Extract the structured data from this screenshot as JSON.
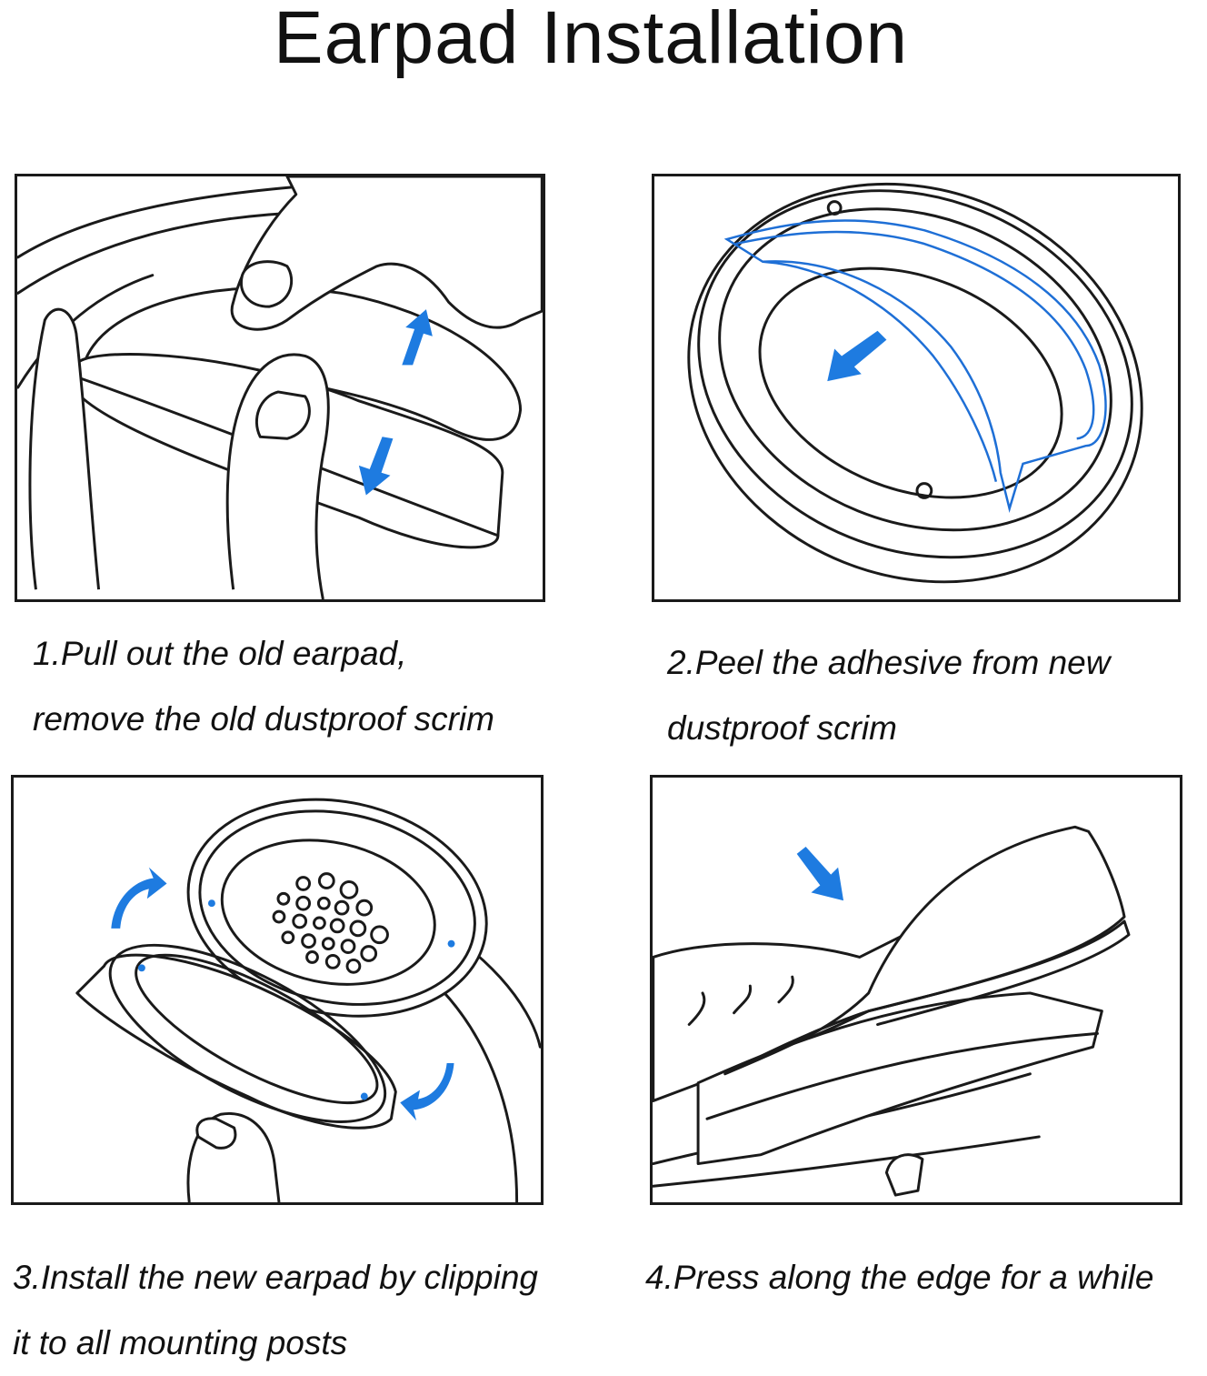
{
  "title": "Earpad Installation",
  "steps": [
    {
      "line1": "1.Pull out the old earpad,",
      "line2": "remove the old dustproof scrim",
      "illustration": "hand-pulling-earpad"
    },
    {
      "line1": "2.Peel the adhesive from new",
      "line2": "dustproof scrim",
      "illustration": "scrim-peel"
    },
    {
      "line1": "3.Install the new earpad by clipping",
      "line2": "it to all mounting posts",
      "illustration": "earpad-clip"
    },
    {
      "line1": "4.Press along the edge for a while",
      "line2": "",
      "illustration": "earpad-press"
    }
  ],
  "colors": {
    "arrow": "#1e7be0",
    "line": "#1a1a1a",
    "scrim": "#1e6fd6"
  }
}
